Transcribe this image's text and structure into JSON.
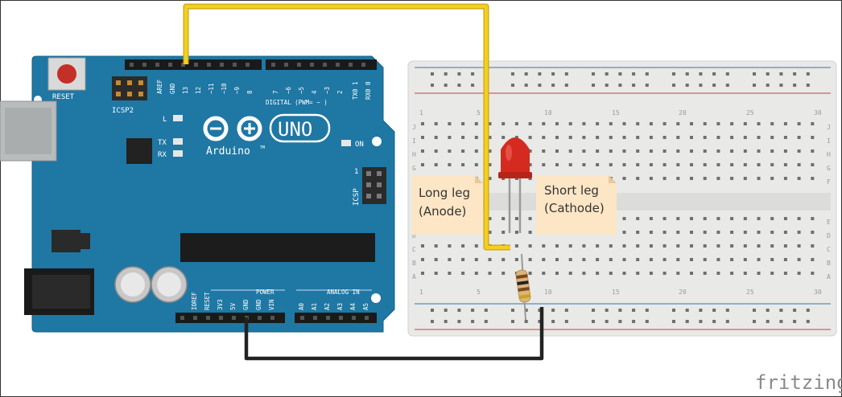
{
  "board": {
    "reset_label": "RESET",
    "icsp2_label": "ICSP2",
    "icsp_label": "ICSP",
    "icsp_pin1": "1",
    "l_label": "L",
    "tx_label": "TX",
    "rx_label": "RX",
    "on_label": "ON",
    "logo_text": "Arduino",
    "tm_mark": "TM",
    "model": "UNO",
    "digital_label": "DIGITAL (PWM= ~ )",
    "power_label": "POWER",
    "analog_label": "ANALOG IN",
    "digital_left_pins": [
      "AREF",
      "GND",
      "13",
      "12",
      "~11",
      "~10",
      "~9",
      "8"
    ],
    "digital_right_pins": [
      "7",
      "~6",
      "~5",
      "4",
      "~3",
      "2",
      "TX0 1",
      "RX0 0"
    ],
    "power_pins": [
      "IOREF",
      "RESET",
      "3V3",
      "5V",
      "GND",
      "GND",
      "VIN"
    ],
    "analog_pins": [
      "A0",
      "A1",
      "A2",
      "A3",
      "A4",
      "A5"
    ]
  },
  "breadboard": {
    "col_numbers": [
      "1",
      "5",
      "10",
      "15",
      "20",
      "25",
      "30"
    ],
    "row_letters_top": [
      "J",
      "I",
      "H",
      "G",
      "F"
    ],
    "row_letters_bottom": [
      "E",
      "D",
      "C",
      "B",
      "A"
    ]
  },
  "callouts": {
    "long_leg_line1": "Long leg",
    "long_leg_line2": "(Anode)",
    "short_leg_line1": "Short leg",
    "short_leg_line2": "(Cathode)"
  },
  "watermark": "fritzing",
  "colors": {
    "board": "#1f77a4",
    "signal_wire": "#f5cf1f",
    "ground_wire": "#222222",
    "led": "#d42a1f",
    "note": "#fde6c5",
    "breadboard": "#e9e9e7"
  }
}
